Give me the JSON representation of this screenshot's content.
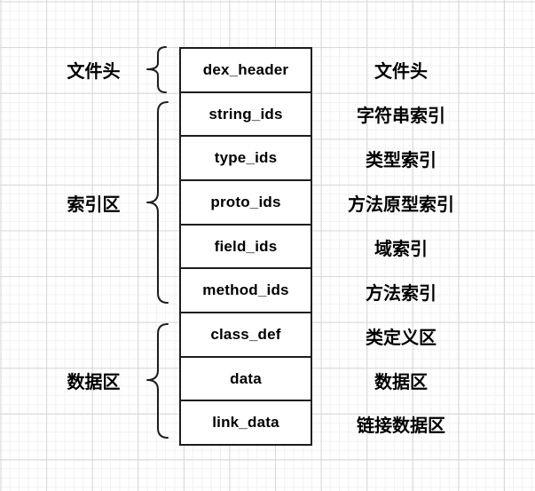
{
  "colors": {
    "line": "#1d1d1d",
    "text": "#000000",
    "box_fill": "#ffffff",
    "grid_minor": "#f1f1f1",
    "grid_major": "#d6d6d6"
  },
  "structure": {
    "sections": [
      {
        "label": "文件头",
        "rows_covered": [
          0,
          0
        ]
      },
      {
        "label": "索引区",
        "rows_covered": [
          1,
          5
        ]
      },
      {
        "label": "数据区",
        "rows_covered": [
          6,
          8
        ]
      }
    ],
    "rows": [
      {
        "field": "dex_header",
        "description": "文件头"
      },
      {
        "field": "string_ids",
        "description": "字符串索引"
      },
      {
        "field": "type_ids",
        "description": "类型索引"
      },
      {
        "field": "proto_ids",
        "description": "方法原型索引"
      },
      {
        "field": "field_ids",
        "description": "域索引"
      },
      {
        "field": "method_ids",
        "description": "方法索引"
      },
      {
        "field": "class_def",
        "description": "类定义区"
      },
      {
        "field": "data",
        "description": "数据区"
      },
      {
        "field": "link_data",
        "description": "链接数据区"
      }
    ]
  }
}
